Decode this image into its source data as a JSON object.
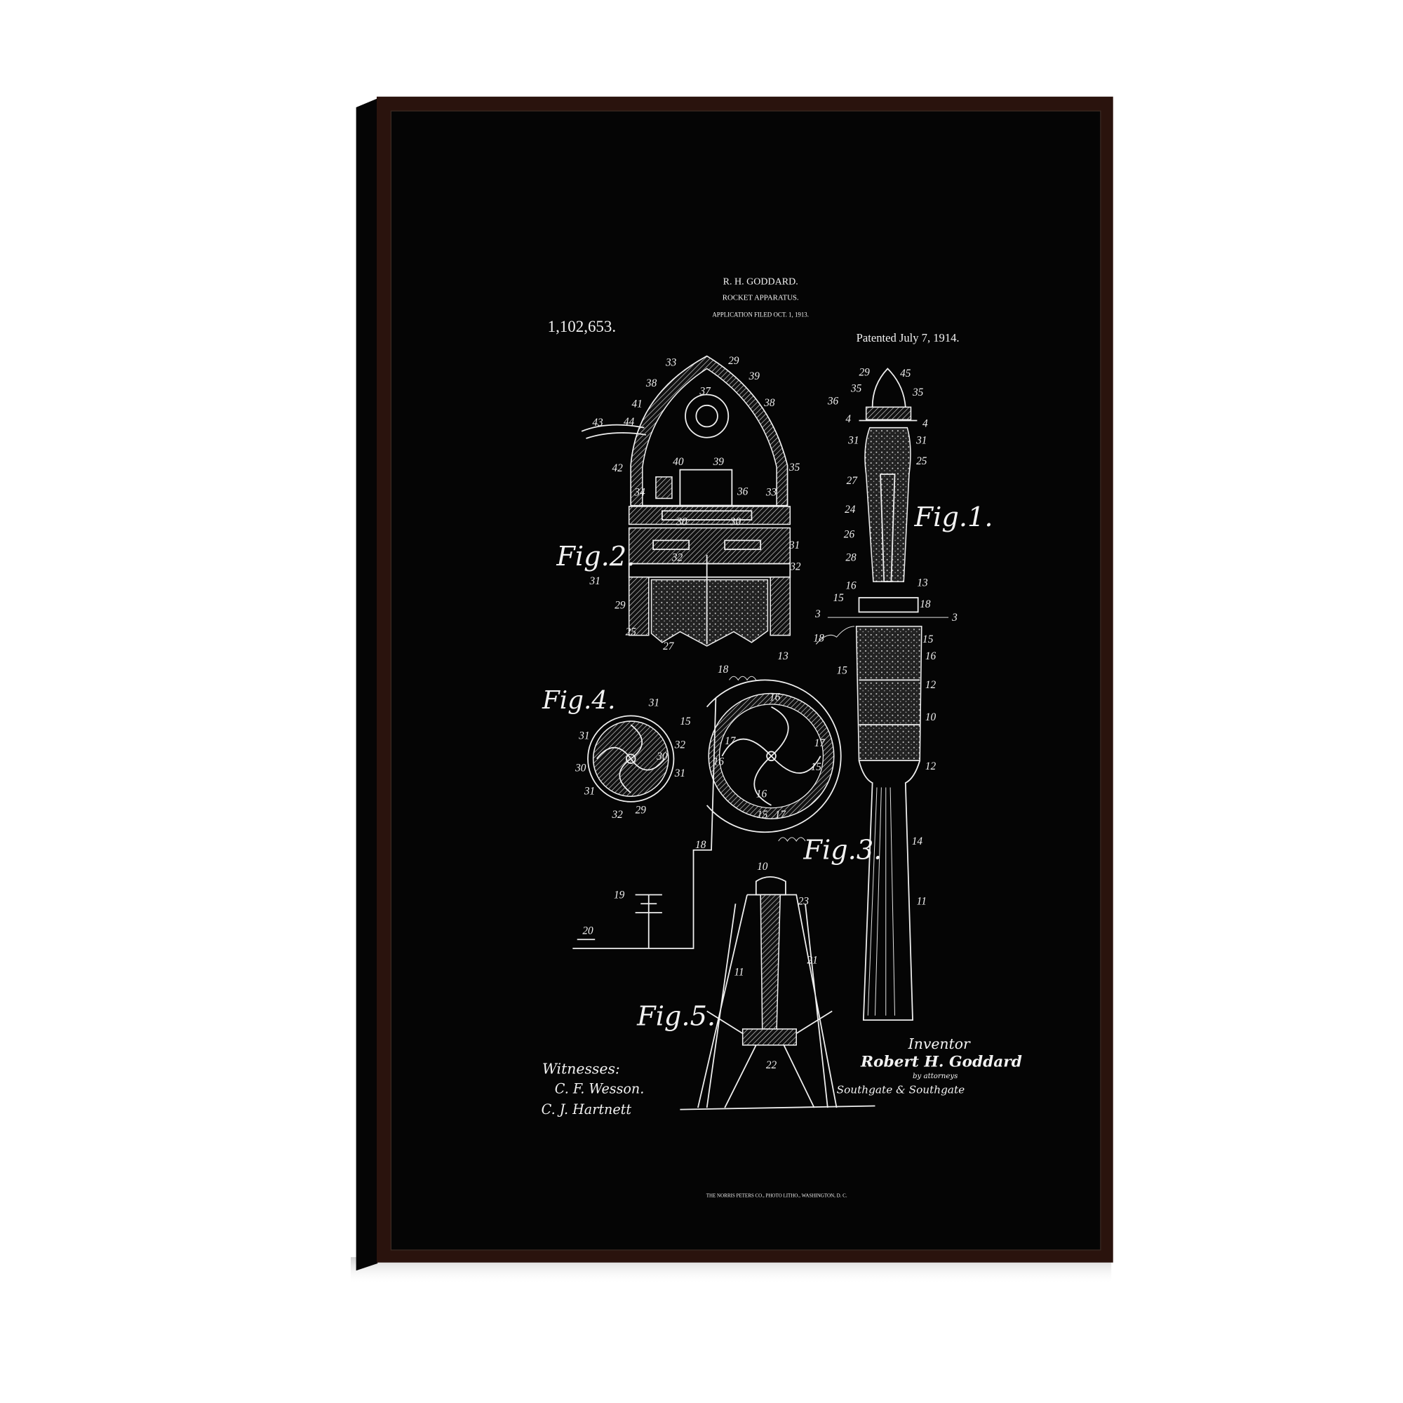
{
  "artwork": {
    "frame_color": "#2a130d",
    "canvas_color": "#050505",
    "line_color": "#f0f0f0",
    "header": {
      "inventor_name": "R. H. GODDARD.",
      "title": "ROCKET APPARATUS.",
      "filed": "APPLICATION FILED OCT. 1, 1913.",
      "patent_number": "1,102,653.",
      "patented": "Patented July 7, 1914."
    },
    "figures": {
      "fig1": "Fig.1.",
      "fig2": "Fig.2.",
      "fig3": "Fig.3.",
      "fig4": "Fig.4.",
      "fig5": "Fig.5."
    },
    "part_labels": {
      "fig2": [
        "33",
        "29",
        "39",
        "38",
        "37",
        "41",
        "38",
        "43",
        "44",
        "42",
        "40",
        "39",
        "35",
        "34",
        "36",
        "33",
        "30",
        "30",
        "31",
        "32",
        "32",
        "31",
        "29",
        "25",
        "27"
      ],
      "fig1": [
        "29",
        "45",
        "35",
        "35",
        "36",
        "4",
        "4",
        "31",
        "31",
        "25",
        "27",
        "24",
        "26",
        "28",
        "13",
        "16",
        "15",
        "18",
        "3",
        "3",
        "18",
        "15",
        "16",
        "12",
        "10",
        "12",
        "14",
        "11"
      ],
      "fig3": [
        "18",
        "13",
        "15",
        "16",
        "15",
        "17",
        "17",
        "16",
        "15",
        "16",
        "15",
        "17",
        "18",
        "10",
        "23",
        "21",
        "11",
        "22",
        "19",
        "20"
      ],
      "fig4": [
        "31",
        "31",
        "32",
        "30",
        "30",
        "31",
        "31",
        "32",
        "29"
      ]
    },
    "witnesses": {
      "label": "Witnesses:",
      "names": [
        "C. F. Wesson.",
        "C. J. Hartnett"
      ]
    },
    "inventor": {
      "label": "Inventor",
      "name": "Robert H. Goddard",
      "by": "by attorneys",
      "attorneys": "Southgate & Southgate"
    },
    "footer": "THE NORRIS PETERS CO., PHOTO LITHO., WASHINGTON, D. C."
  }
}
